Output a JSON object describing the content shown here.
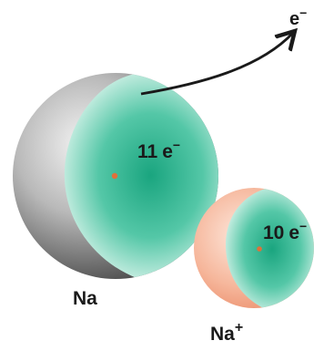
{
  "diagram": {
    "sodium_atom": {
      "symbol": "Na",
      "electron_count": "11",
      "electron_symbol": "e",
      "charge_superscript": "−"
    },
    "sodium_ion": {
      "symbol": "Na",
      "charge": "+",
      "electron_count": "10",
      "electron_symbol": "e",
      "charge_superscript": "−"
    },
    "ejected_electron": {
      "symbol": "e",
      "charge_superscript": "−"
    },
    "colors": {
      "electron_cloud": "#2fb594",
      "atom_shell": "#8f8f8f",
      "ion_shell": "#f0a88a",
      "nucleus": "#e0703a",
      "arrow": "#1a1a1a"
    }
  }
}
